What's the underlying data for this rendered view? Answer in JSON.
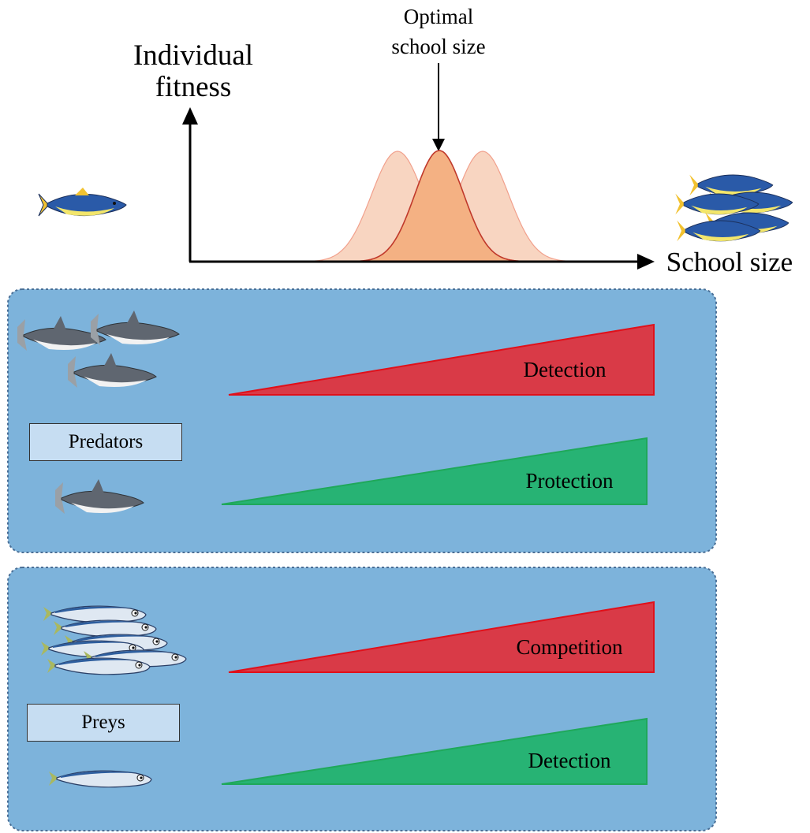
{
  "top_chart": {
    "y_axis_label_line1": "Individual",
    "y_axis_label_line2": "fitness",
    "x_axis_label": "School size",
    "annotation_line1": "Optimal",
    "annotation_line2": "school size"
  },
  "panels": {
    "predators": {
      "label": "Predators",
      "top_wedge": {
        "label": "Detection",
        "color": "#d93a47"
      },
      "bottom_wedge": {
        "label": "Protection",
        "color": "#27b374"
      }
    },
    "preys": {
      "label": "Preys",
      "top_wedge": {
        "label": "Competition",
        "color": "#d93a47"
      },
      "bottom_wedge": {
        "label": "Detection",
        "color": "#27b374"
      }
    }
  },
  "colors": {
    "panel_bg": "#7db3db",
    "curve_main": "#f4b183",
    "curve_side": "#f8d5c1",
    "curve_stroke": "#c0392b"
  }
}
